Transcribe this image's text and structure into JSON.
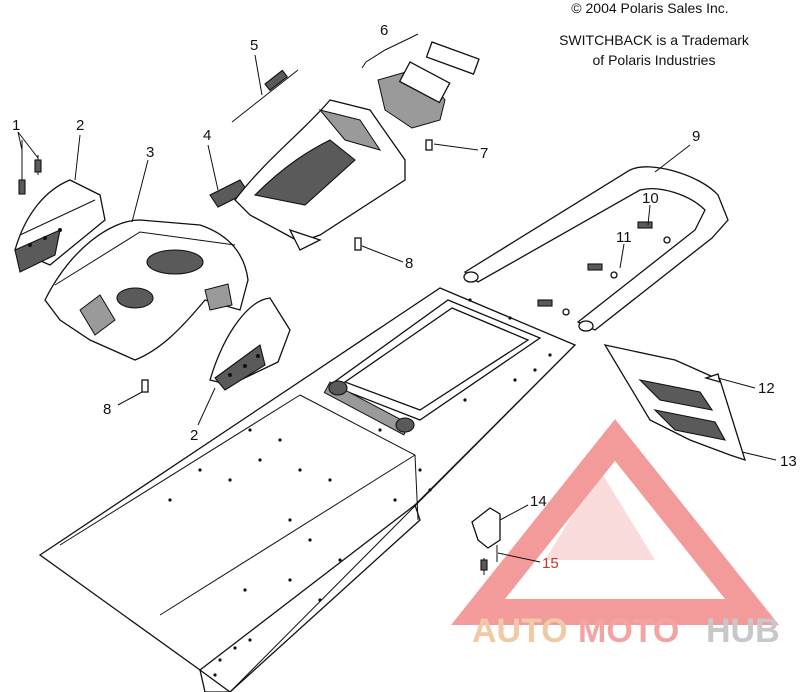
{
  "header": {
    "copyright": "© 2004 Polaris Sales Inc.",
    "trademark_line1": "SWITCHBACK is a Trademark",
    "trademark_line2": "of Polaris Industries"
  },
  "callouts": {
    "c1": "1",
    "c2a": "2",
    "c2b": "2",
    "c3": "3",
    "c4": "4",
    "c5": "5",
    "c6": "6",
    "c7": "7",
    "c8a": "8",
    "c8b": "8",
    "c9": "9",
    "c10": "10",
    "c11": "11",
    "c12": "12",
    "c13": "13",
    "c14": "14",
    "c15": "15"
  },
  "watermark": {
    "word1": "AUTO",
    "word2": "MOTO",
    "word3": "HUB",
    "color_auto": "#f2c9a6",
    "color_moto": "#f4a3a3",
    "color_hub": "#c8c8c8",
    "logo_color": "#f07a7a"
  }
}
